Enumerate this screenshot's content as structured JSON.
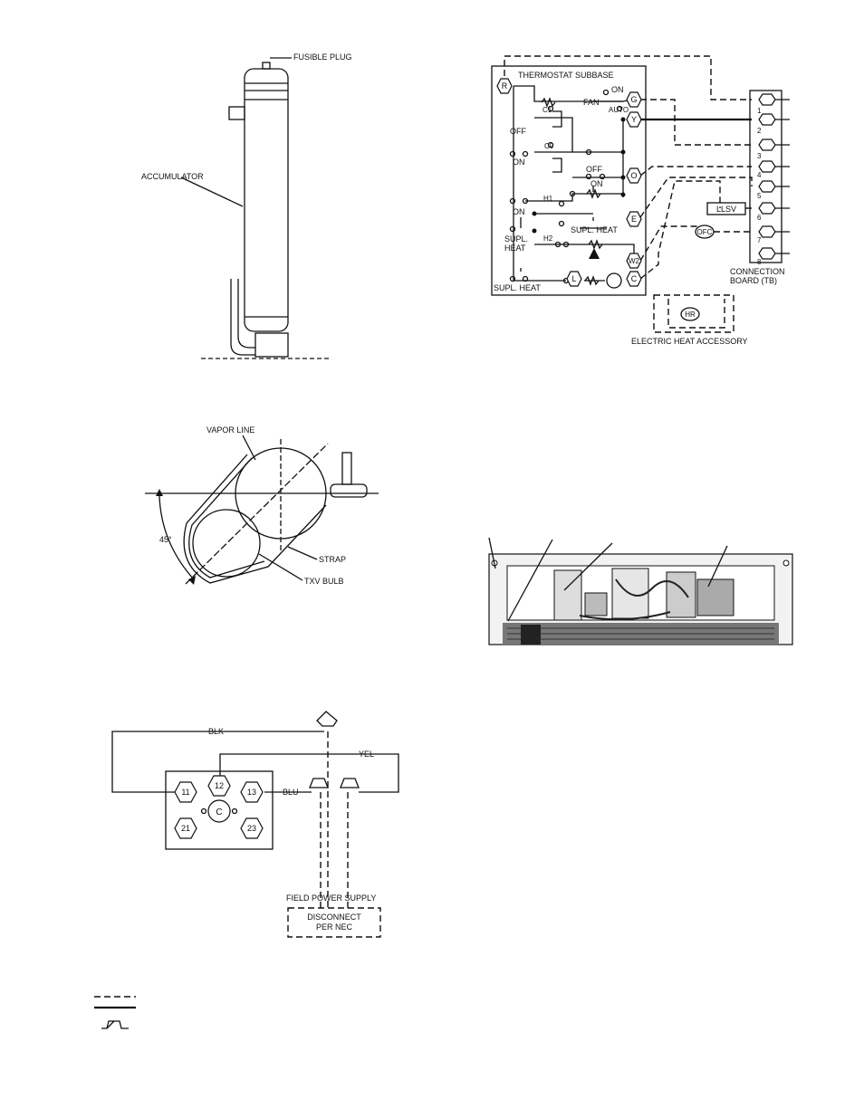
{
  "accumulator": {
    "fusible_plug_label": "FUSIBLE PLUG",
    "accumulator_label": "ACCUMULATOR"
  },
  "bulb": {
    "vapor_line_label": "VAPOR LINE",
    "angle_label": "45°",
    "strap_label": "STRAP",
    "txv_bulb_label": "TXV BULB"
  },
  "thermostat": {
    "subbase_label": "THERMOSTAT SUBBASE",
    "on": "ON",
    "off": "OFF",
    "fan": "FAN",
    "auto": "AUTO",
    "supl_heat": "SUPL. HEAT",
    "supl": "SUPL.",
    "heat": "HEAT",
    "c1": "C1",
    "c0": "C0",
    "h1": "H1",
    "h2": "H2",
    "terminals": [
      "R",
      "G",
      "Y",
      "O",
      "E",
      "W2",
      "L",
      "C"
    ],
    "llsv_label": "LLSV",
    "ofc_label": "OFC",
    "hr_label": "HR",
    "board_numbers": [
      "1",
      "2",
      "3",
      "4",
      "5",
      "6",
      "7",
      "8"
    ],
    "connection_board_line1": "CONNECTION",
    "connection_board_line2": "BOARD (TB)",
    "electric_heat_label": "ELECTRIC HEAT ACCESSORY"
  },
  "power": {
    "blk_label": "BLK",
    "yel_label": "YEL",
    "blu_label": "BLU",
    "terminals": [
      "11",
      "12",
      "13",
      "21",
      "23"
    ],
    "center_label": "C",
    "field_power_label": "FIELD POWER SUPPLY",
    "disconnect_line1": "DISCONNECT",
    "disconnect_line2": "PER NEC"
  }
}
